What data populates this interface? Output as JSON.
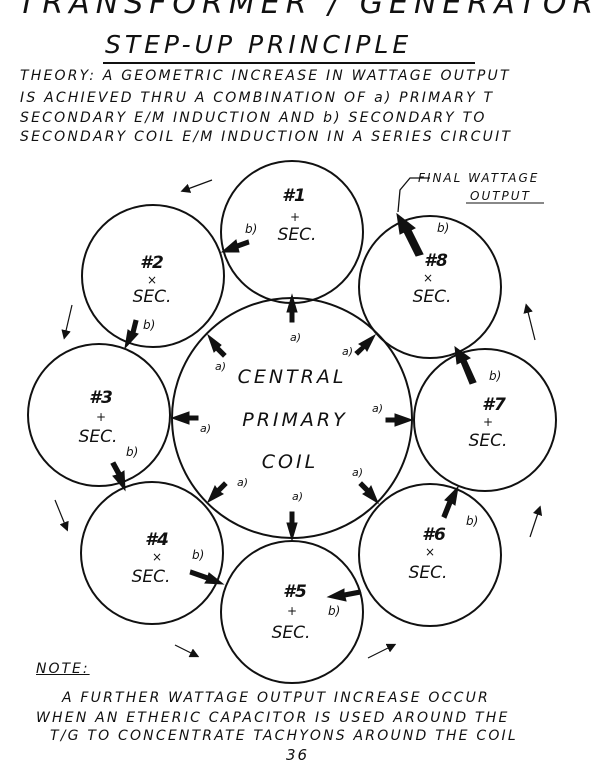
{
  "header": {
    "title": "TRANSFORMER / GENERATOR",
    "subtitle": "STEP-UP PRINCIPLE"
  },
  "theory": {
    "line1": "THEORY: A GEOMETRIC INCREASE IN WATTAGE OUTPUT",
    "line2": "IS ACHIEVED THRU A COMBINATION OF a) PRIMARY T",
    "line3": "SECONDARY E/M INDUCTION AND b) SECONDARY TO",
    "line4": "SECONDARY COIL E/M INDUCTION IN A SERIES CIRCUIT"
  },
  "diagram": {
    "central_line1": "CENTRAL",
    "central_line2": "PRIMARY",
    "central_line3": "COIL",
    "final_label_1": "FINAL WATTAGE",
    "final_label_2": "OUTPUT",
    "label_a": "a)",
    "label_b": "b)",
    "secondaries": [
      {
        "num": "#1",
        "sym": "+",
        "sec": "SEC."
      },
      {
        "num": "#2",
        "sym": "×",
        "sec": "SEC."
      },
      {
        "num": "#3",
        "sym": "+",
        "sec": "SEC."
      },
      {
        "num": "#4",
        "sym": "×",
        "sec": "SEC."
      },
      {
        "num": "#5",
        "sym": "+",
        "sec": "SEC."
      },
      {
        "num": "#6",
        "sym": "×",
        "sec": "SEC."
      },
      {
        "num": "#7",
        "sym": "+",
        "sec": "SEC."
      },
      {
        "num": "#8",
        "sym": "×",
        "sec": "SEC."
      }
    ]
  },
  "note": {
    "label": "NOTE:",
    "line1": "A FURTHER WATTAGE OUTPUT INCREASE OCCUR",
    "line2": "WHEN AN ETHERIC CAPACITOR IS USED AROUND THE",
    "line3": "T/G TO CONCENTRATE TACHYONS AROUND THE COIL"
  },
  "page_number": "36"
}
